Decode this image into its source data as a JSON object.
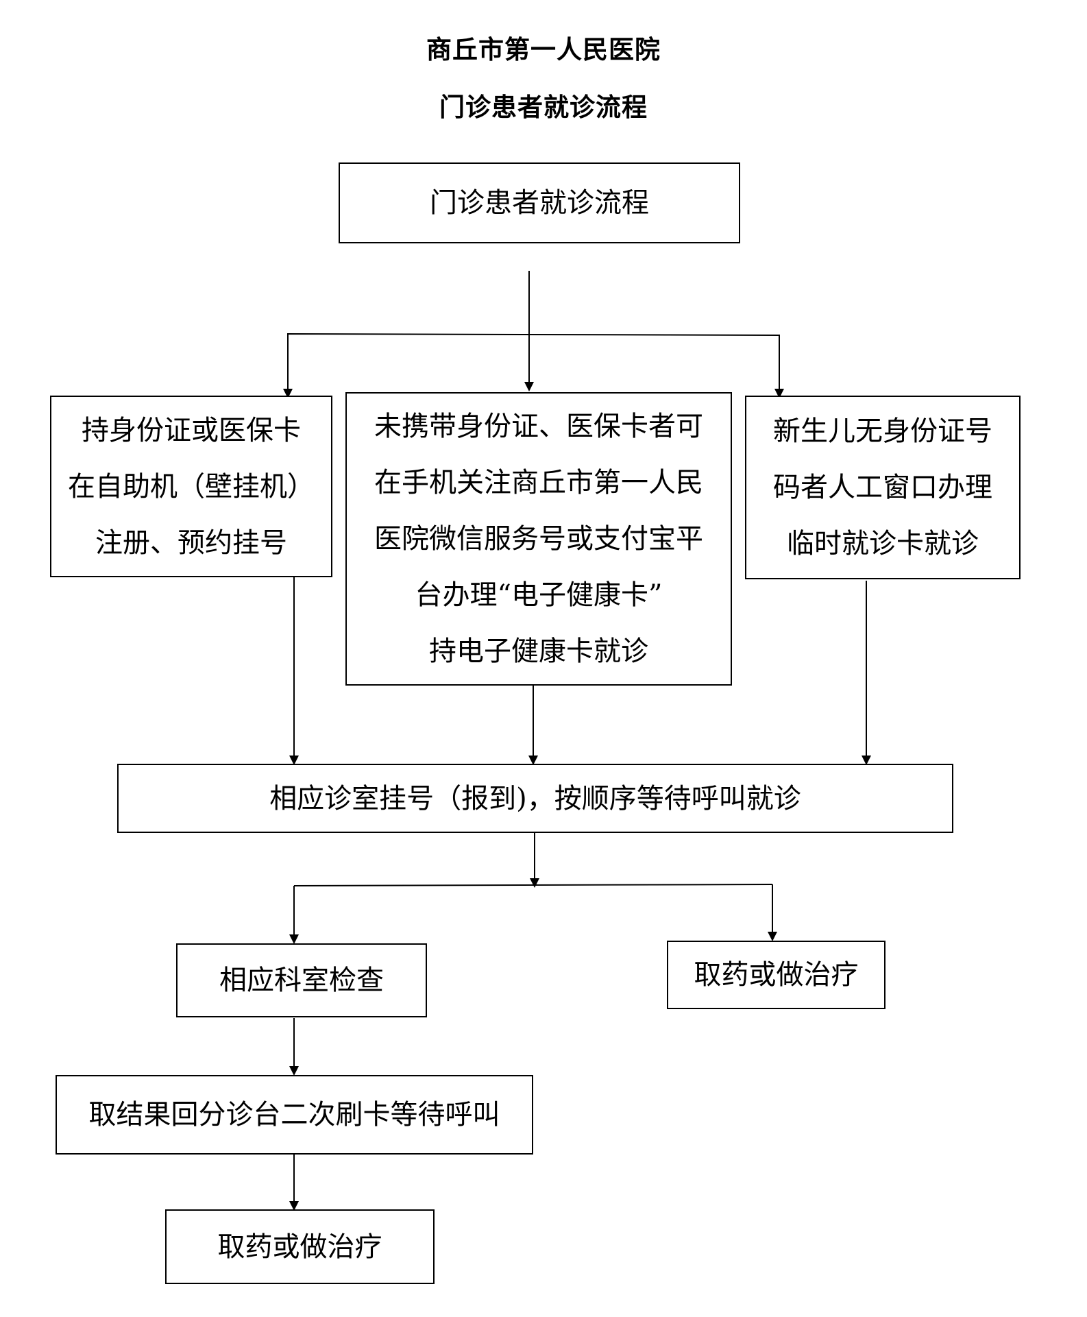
{
  "title": {
    "line1": "商丘市第一人民医院",
    "line2": "门诊患者就诊流程"
  },
  "nodes": {
    "start": "门诊患者就诊流程",
    "left": [
      "持身份证或医保卡",
      "在自助机（壁挂机）",
      "注册、预约挂号"
    ],
    "middle": [
      "未携带身份证、医保卡者可",
      "在手机关注商丘市第一人民",
      "医院微信服务号或支付宝平",
      "台办理“电子健康卡”",
      "持电子健康卡就诊"
    ],
    "right": [
      "新生儿无身份证号",
      "码者人工窗口办理",
      "临时就诊卡就诊"
    ],
    "register": "相应诊室挂号（报到)，按顺序等待呼叫就诊",
    "exam": "相应科室检查",
    "medicine_right": "取药或做治疗",
    "result": "取结果回分诊台二次刷卡等待呼叫",
    "medicine_bottom": "取药或做治疗"
  }
}
